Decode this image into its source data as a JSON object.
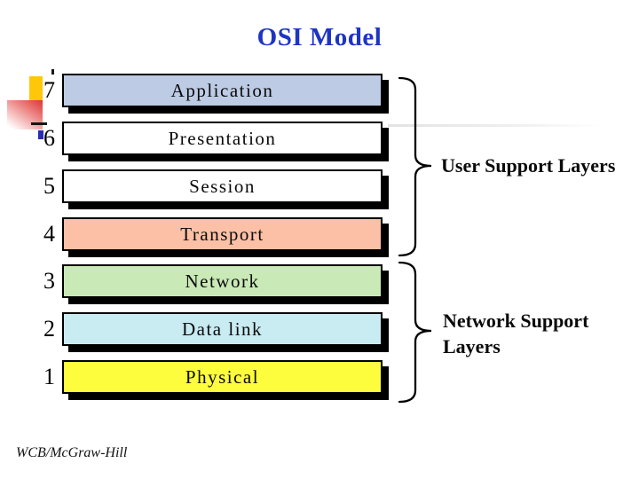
{
  "slide": {
    "title": "OSI Model",
    "footer_credit": "WCB/McGraw-Hill"
  },
  "diagram": {
    "layers": [
      {
        "number": "7",
        "name": "Application",
        "fill": "#bdcbe4"
      },
      {
        "number": "6",
        "name": "Presentation",
        "fill": "#ffffff"
      },
      {
        "number": "5",
        "name": "Session",
        "fill": "#ffffff"
      },
      {
        "number": "4",
        "name": "Transport",
        "fill": "#fbc0a5"
      },
      {
        "number": "3",
        "name": "Network",
        "fill": "#c9e9b6"
      },
      {
        "number": "2",
        "name": "Data link",
        "fill": "#c9ebf2"
      },
      {
        "number": "1",
        "name": "Physical",
        "fill": "#fdfd3e"
      }
    ],
    "groups": [
      {
        "label": "User Support Layers"
      },
      {
        "label": "Network Support Layers"
      }
    ]
  },
  "colors": {
    "title_blue": "#1e34c4",
    "box_border": "#000000",
    "box_shadow": "#000000",
    "accent_yellow": "#ffc60a",
    "accent_blue": "#2b2bb5",
    "brace_stroke": "#000000"
  }
}
